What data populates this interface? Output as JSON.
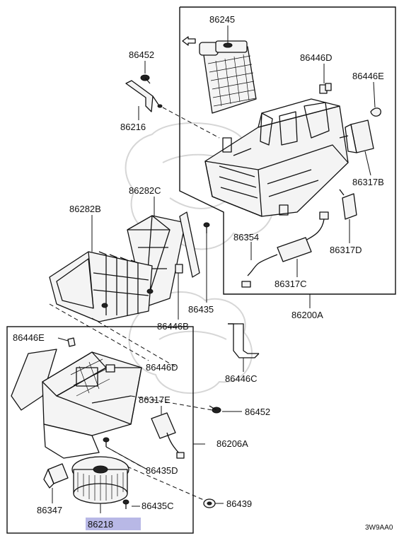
{
  "labels": {
    "p86245": "86245",
    "p86452_top": "86452",
    "p86216": "86216",
    "p86446D_top": "86446D",
    "p86446E_top": "86446E",
    "p86317B": "86317B",
    "p86282C": "86282C",
    "p86282B": "86282B",
    "p86354": "86354",
    "p86317D": "86317D",
    "p86317C": "86317C",
    "p86435": "86435",
    "p86446B": "86446B",
    "p86200A": "86200A",
    "p86446C": "86446C",
    "p86446E_bot": "86446E",
    "p86446D_bot": "86446D",
    "p86317E": "86317E",
    "p86452_bot": "86452",
    "p86206A": "86206A",
    "p86435D": "86435D",
    "p86347": "86347",
    "p86435C": "86435C",
    "p86439": "86439",
    "p86218": "86218",
    "code": "3W9AA0"
  },
  "highlight_color": "#b8b8e6",
  "icons": [
    "arrow-icon",
    "watermark-emblem"
  ]
}
